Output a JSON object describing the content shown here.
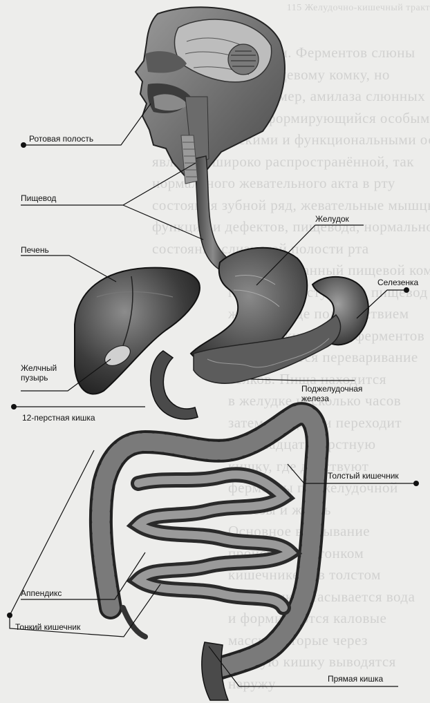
{
  "header_fragment": "115   Желудочно-кишечный тракт",
  "background_lines": [
    "переваривания пищи. Ферментов слюны",
    "жевательному и пищевому комку, но",
    "ферментами, например, амилаза слюнных",
    "желудочный сок, формирующийся особыми",
    "морфологическими и функциональными особенностями",
    "является широко распространённой, так",
    "нормального жевательного акта в рту",
    "состояния зубной ряд, жевательные мышцы",
    "функции и дефектов, пищевода, нормальное",
    "состояние слизистой полости рта",
    "Сформированный пищевой комок",
    "глотании поступает в пищевод",
    "желудок, где под действием",
    "соляной кислоты и ферментов",
    "продолжается переваривание",
    "белков. Пища находится",
    "в желудке несколько часов",
    "затем порциями переходит",
    "в двенадцатиперстную",
    "кишку, где действуют",
    "ферменты поджелудочной",
    "железы и желчь",
    "Основное всасывание",
    "происходит в тонком",
    "кишечнике, а в толстом",
    "кишечнике всасывается вода",
    "и формируются каловые",
    "массы, которые через",
    "прямую кишку выводятся",
    "наружу"
  ],
  "labels": {
    "mouth": "Ротовая полость",
    "esophagus": "Пищевод",
    "stomach": "Желудок",
    "liver": "Печень",
    "spleen": "Селезенка",
    "gallbladder": "Желчный пузырь",
    "pancreas": "Поджелудочная железа",
    "duodenum": "12-перстная кишка",
    "large_intestine": "Толстый кишечник",
    "appendix": "Аппендикс",
    "small_intestine": "Тонкий кишечник",
    "rectum": "Прямая кишка"
  },
  "colors": {
    "page": "#ededeb",
    "organ_dark": "#2b2b2b",
    "organ_mid": "#6a6a6a",
    "organ_light": "#a8a8a8",
    "line": "#111111"
  }
}
